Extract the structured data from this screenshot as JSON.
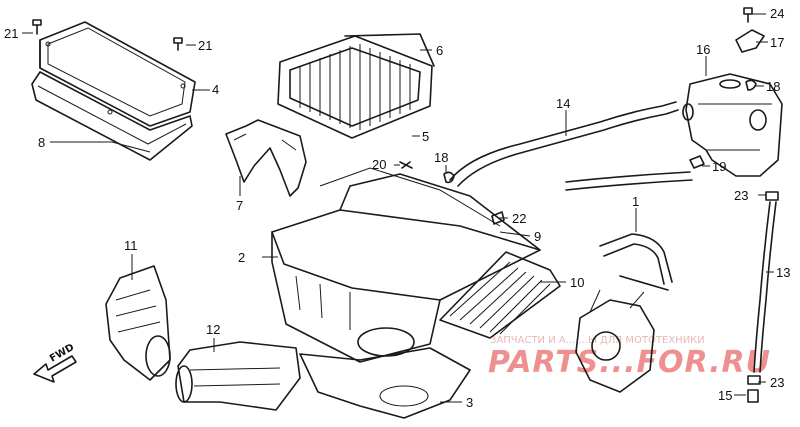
{
  "diagram": {
    "callouts": [
      {
        "id": "c-21a",
        "label": "21"
      },
      {
        "id": "c-21b",
        "label": "21"
      },
      {
        "id": "c-4",
        "label": "4"
      },
      {
        "id": "c-8",
        "label": "8"
      },
      {
        "id": "c-6",
        "label": "6"
      },
      {
        "id": "c-5",
        "label": "5"
      },
      {
        "id": "c-7",
        "label": "7"
      },
      {
        "id": "c-20",
        "label": "20"
      },
      {
        "id": "c-18a",
        "label": "18"
      },
      {
        "id": "c-14",
        "label": "14"
      },
      {
        "id": "c-16",
        "label": "16"
      },
      {
        "id": "c-24",
        "label": "24"
      },
      {
        "id": "c-17",
        "label": "17"
      },
      {
        "id": "c-18b",
        "label": "18"
      },
      {
        "id": "c-19",
        "label": "19"
      },
      {
        "id": "c-23a",
        "label": "23"
      },
      {
        "id": "c-1",
        "label": "1"
      },
      {
        "id": "c-22",
        "label": "22"
      },
      {
        "id": "c-9",
        "label": "9"
      },
      {
        "id": "c-2",
        "label": "2"
      },
      {
        "id": "c-10",
        "label": "10"
      },
      {
        "id": "c-11",
        "label": "11"
      },
      {
        "id": "c-12",
        "label": "12"
      },
      {
        "id": "c-13",
        "label": "13"
      },
      {
        "id": "c-3",
        "label": "3"
      },
      {
        "id": "c-23b",
        "label": "23"
      },
      {
        "id": "c-15",
        "label": "15"
      }
    ],
    "direction_marker": "FWD"
  },
  "watermark": {
    "tagline": "ЗАПЧАСТИ И А... ...Ы ДЛЯ МОТОТЕХНИКИ",
    "logo": "PARTS...FOR.RU"
  }
}
